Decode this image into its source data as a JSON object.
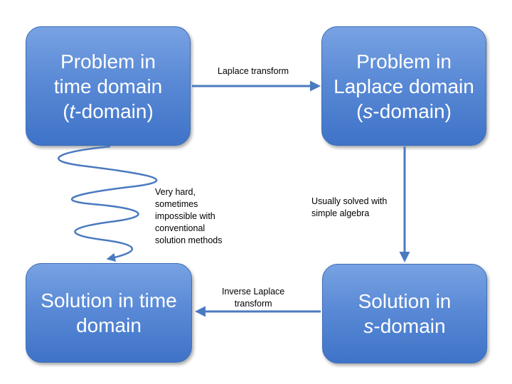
{
  "boxes": {
    "top_left": {
      "line1": "Problem in",
      "line2": "time domain",
      "line3_open": "(",
      "line3_var": "t",
      "line3_rest": "-domain)"
    },
    "top_right": {
      "line1": "Problem in",
      "line2": "Laplace domain",
      "line3_open": "(",
      "line3_var": "s",
      "line3_rest": "-domain)"
    },
    "bottom_left": {
      "line1": "Solution in time",
      "line2": "domain"
    },
    "bottom_right": {
      "line1": "Solution in",
      "line2_var": "s",
      "line2_rest": "-domain"
    }
  },
  "labels": {
    "laplace_transform": "Laplace transform",
    "simple_algebra": [
      "Usually solved with",
      "simple algebra"
    ],
    "very_hard": [
      "Very hard,",
      "sometimes",
      "impossible with",
      "conventional",
      "solution methods"
    ],
    "inverse_laplace": [
      "Inverse Laplace",
      "transform"
    ]
  },
  "colors": {
    "box_fill_top": "#78a2e2",
    "box_fill_bottom": "#3f73c8",
    "arrow": "#4a7ac0",
    "text_on_box": "#ffffff"
  }
}
